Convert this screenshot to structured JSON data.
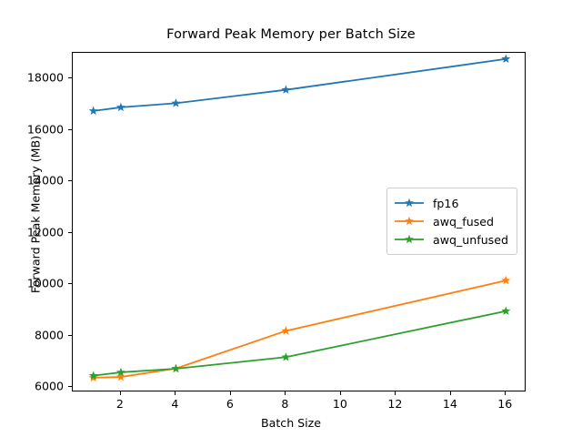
{
  "chart_data": {
    "type": "line",
    "title": "Forward Peak Memory per Batch Size",
    "xlabel": "Batch Size",
    "ylabel": "Forward Peak Memory (MB)",
    "x": [
      1,
      2,
      4,
      8,
      16
    ],
    "xlim": [
      0.25,
      16.75
    ],
    "ylim": [
      5800,
      19000
    ],
    "xticks": [
      2,
      4,
      6,
      8,
      10,
      12,
      14,
      16
    ],
    "yticks": [
      6000,
      8000,
      10000,
      12000,
      14000,
      16000,
      18000
    ],
    "grid": false,
    "legend_position": "center right",
    "marker": "star",
    "series": [
      {
        "name": "fp16",
        "color": "#1f77b4",
        "values": [
          16740,
          16880,
          17040,
          17560,
          18760
        ]
      },
      {
        "name": "awq_fused",
        "color": "#ff7f0e",
        "values": [
          6370,
          6400,
          6730,
          8190,
          10150
        ]
      },
      {
        "name": "awq_unfused",
        "color": "#2ca02c",
        "values": [
          6450,
          6580,
          6720,
          7170,
          8960
        ]
      }
    ]
  },
  "figure": {
    "background": "#ffffff",
    "axes_color": "#000000"
  }
}
